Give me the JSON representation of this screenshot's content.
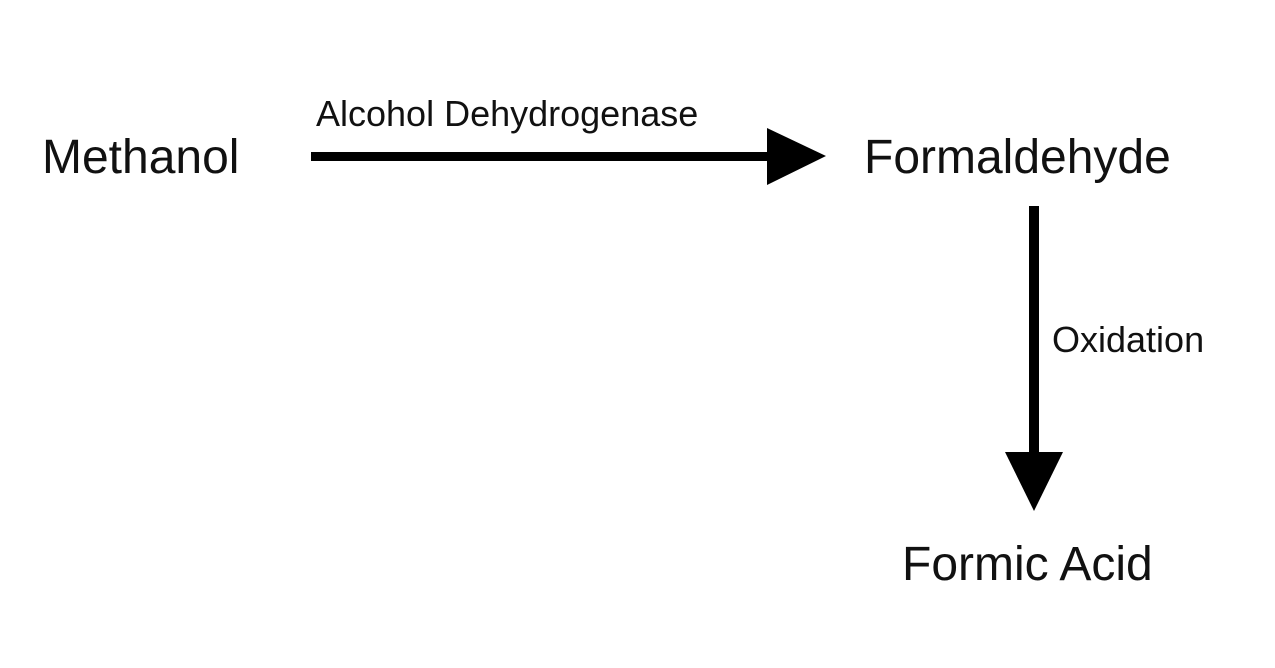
{
  "nodes": {
    "methanol": "Methanol",
    "formaldehyde": "Formaldehyde",
    "formic_acid": "Formic Acid"
  },
  "edges": {
    "methanol_to_formaldehyde": "Alcohol Dehydrogenase",
    "formaldehyde_to_formic_acid": "Oxidation"
  },
  "colors": {
    "arrow": "#000000",
    "text": "#111111",
    "background": "#ffffff"
  }
}
